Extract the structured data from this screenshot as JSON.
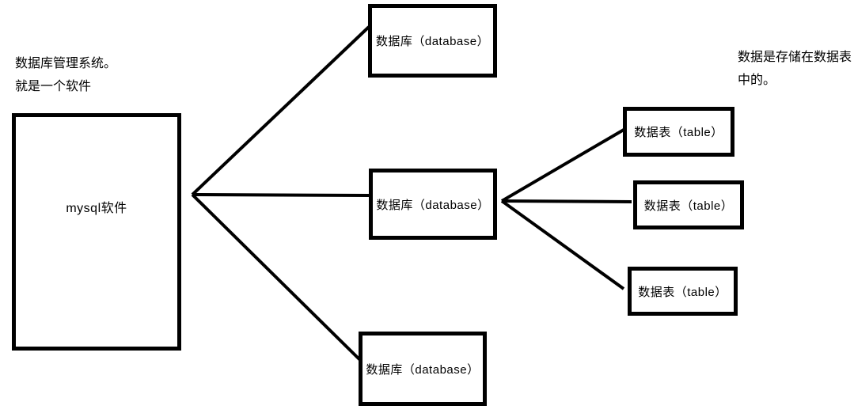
{
  "diagram": {
    "background": "#ffffff",
    "stroke_color": "#000000",
    "notes": {
      "left": [
        "数据库管理系统。",
        "就是一个软件"
      ],
      "right": [
        "数据是存储在数据表",
        "中的。"
      ]
    },
    "nodes": {
      "root": {
        "label": "mysql软件"
      },
      "db1": {
        "label": "数据库（database）"
      },
      "db2": {
        "label": "数据库（database）"
      },
      "db3": {
        "label": "数据库（database）"
      },
      "t1": {
        "label": "数据表（table）"
      },
      "t2": {
        "label": "数据表（table）"
      },
      "t3": {
        "label": "数据表（table）"
      }
    },
    "edges": [
      {
        "from": "root",
        "to": "db1"
      },
      {
        "from": "root",
        "to": "db2"
      },
      {
        "from": "root",
        "to": "db3"
      },
      {
        "from": "db2",
        "to": "t1"
      },
      {
        "from": "db2",
        "to": "t2"
      },
      {
        "from": "db2",
        "to": "t3"
      }
    ]
  }
}
